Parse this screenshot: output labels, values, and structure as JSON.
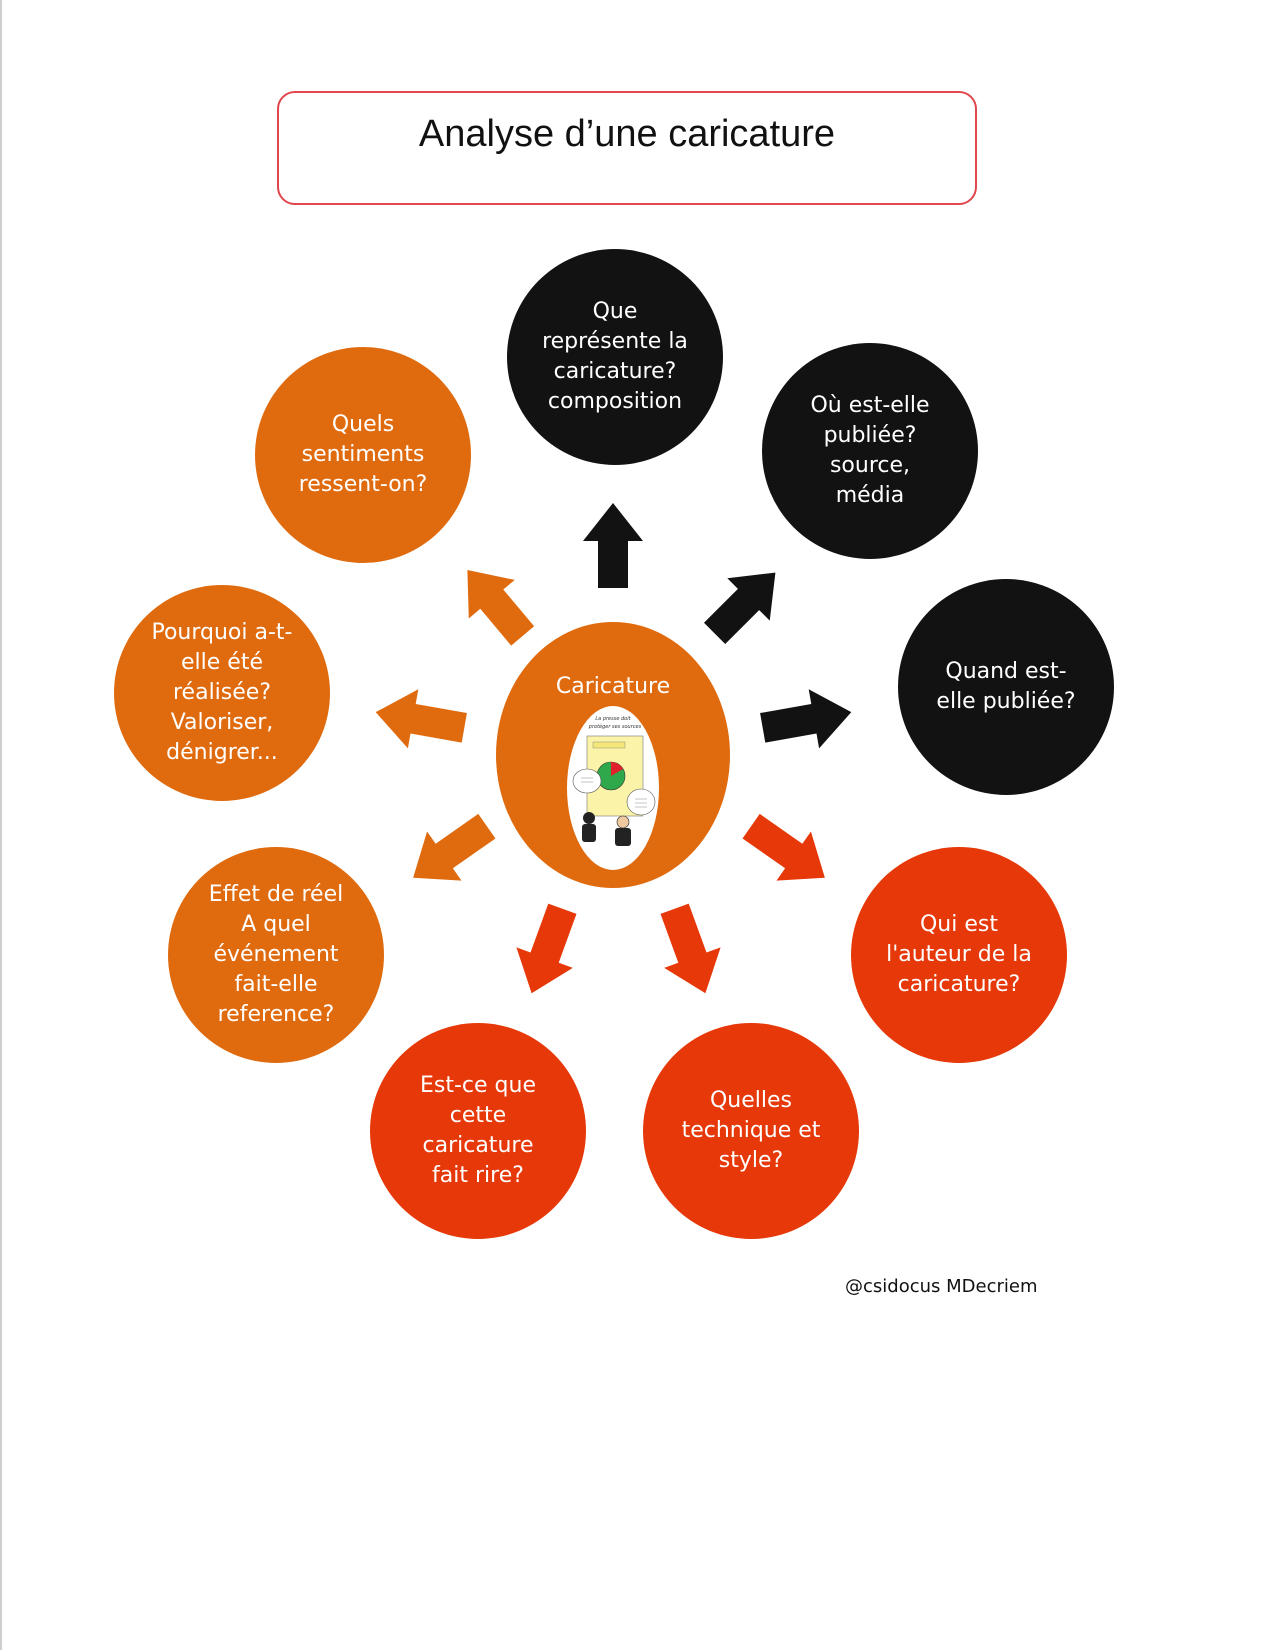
{
  "title": "Analyse d’une caricature",
  "center": {
    "label": "Caricature",
    "cartoon_caption": "La presse doit protéger ses sources"
  },
  "nodes": [
    {
      "id": "represente",
      "lines": [
        "Que",
        "représente la",
        "caricature?",
        "composition"
      ]
    },
    {
      "id": "publiee",
      "lines": [
        "Où est-elle",
        "publiée?",
        "source,",
        "média"
      ]
    },
    {
      "id": "quand",
      "lines": [
        "Quand est-",
        "elle publiée?"
      ]
    },
    {
      "id": "auteur",
      "lines": [
        "Qui est",
        "l'auteur de la",
        "caricature?"
      ]
    },
    {
      "id": "technique",
      "lines": [
        "Quelles",
        "technique et",
        "style?"
      ]
    },
    {
      "id": "rire",
      "lines": [
        "Est-ce que",
        "cette",
        "caricature",
        "fait rire?"
      ]
    },
    {
      "id": "effet",
      "lines": [
        "Effet de réel",
        "A quel",
        "événement",
        "fait-elle",
        "reference?"
      ]
    },
    {
      "id": "pourquoi",
      "lines": [
        "Pourquoi a-t-",
        "elle été",
        "réalisée?",
        "Valoriser,",
        "dénigrer..."
      ]
    },
    {
      "id": "sentiments",
      "lines": [
        "Quels",
        "sentiments",
        "ressent-on?"
      ]
    }
  ],
  "footer": "@csidocus MDecriem",
  "colors": {
    "black_node": "#121212",
    "orange_node": "#e06b0f",
    "red_node": "#e63808",
    "center_fill": "#e06b0f",
    "title_border": "#e0484e"
  }
}
